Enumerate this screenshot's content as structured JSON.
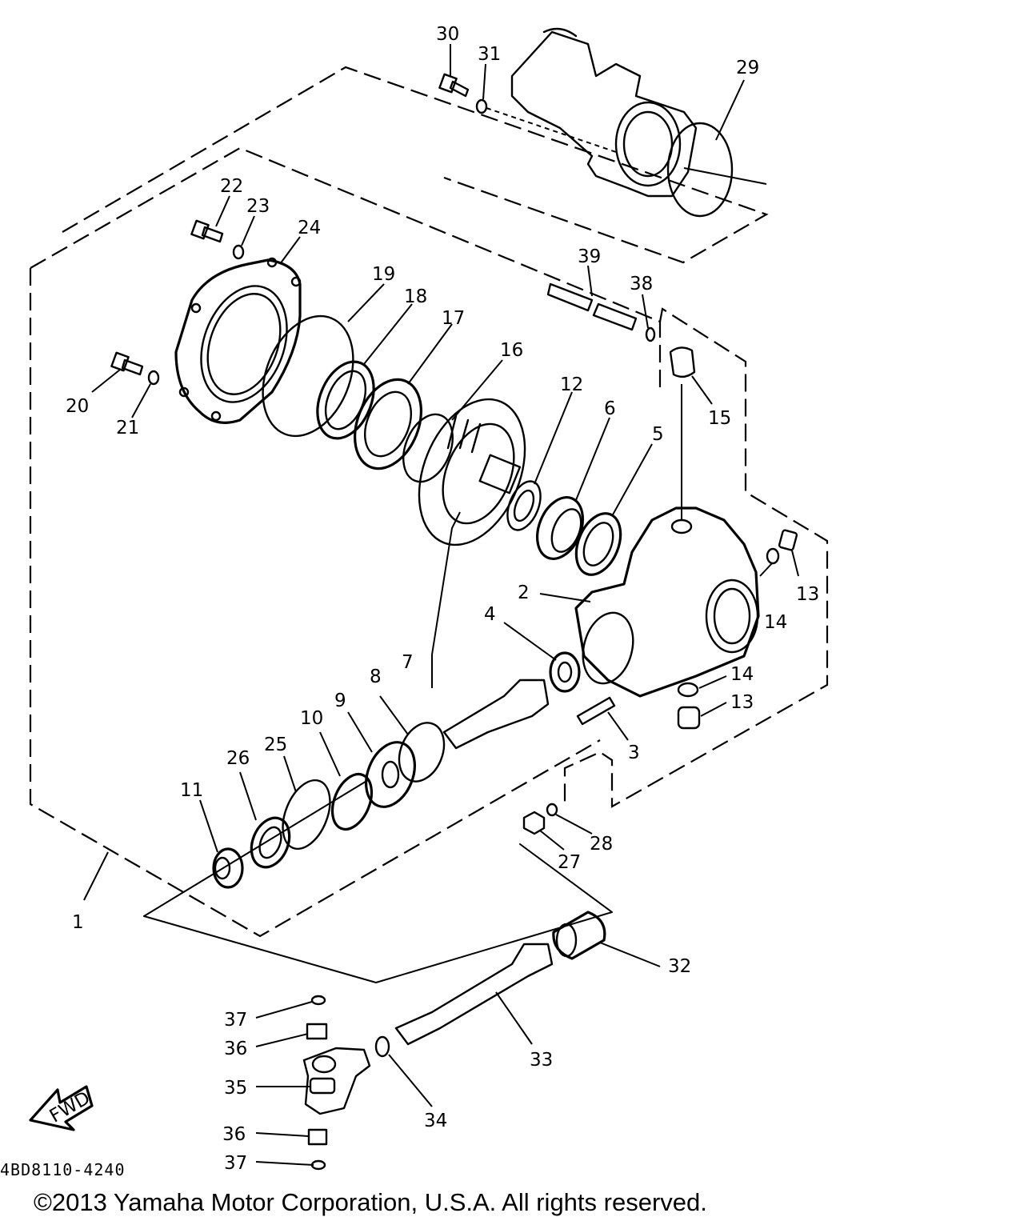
{
  "diagram": {
    "part_numbers": [
      "1",
      "2",
      "3",
      "4",
      "5",
      "6",
      "7",
      "8",
      "9",
      "10",
      "11",
      "12",
      "13",
      "13",
      "14",
      "14",
      "15",
      "16",
      "17",
      "18",
      "19",
      "20",
      "21",
      "22",
      "23",
      "24",
      "25",
      "26",
      "27",
      "28",
      "29",
      "30",
      "31",
      "32",
      "33",
      "34",
      "35",
      "36",
      "36",
      "37",
      "37",
      "38",
      "39"
    ],
    "direction_label": "FWD",
    "drawing_code": "4BD8110-4240"
  },
  "footer": {
    "copyright": "©2013 Yamaha Motor Corporation, U.S.A. All rights reserved."
  }
}
